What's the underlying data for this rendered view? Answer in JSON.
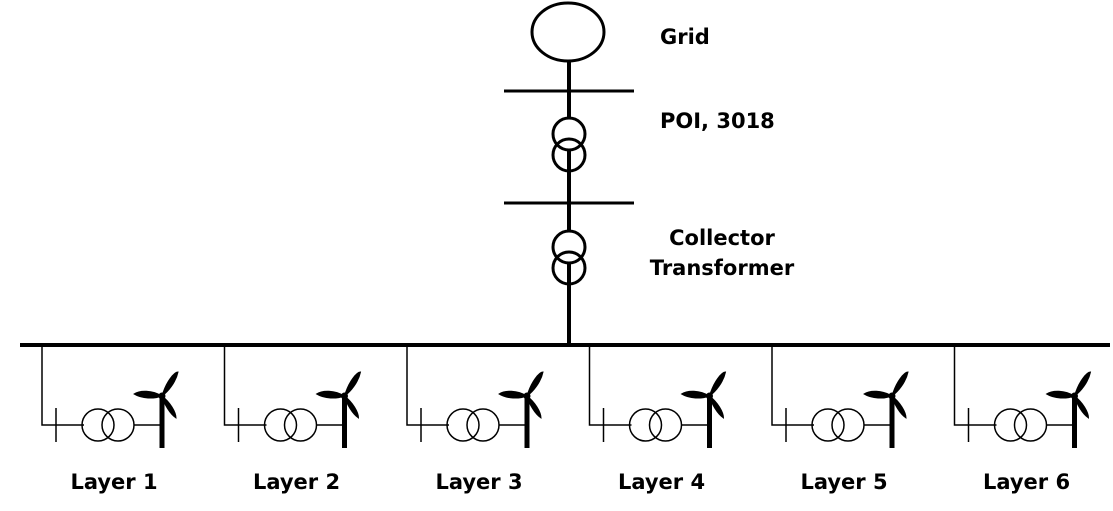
{
  "labels": {
    "grid": "Grid",
    "poi": "POI,  3018",
    "collector_line1": "Collector",
    "collector_line2": "Transformer"
  },
  "layers": [
    {
      "label": "Layer 1"
    },
    {
      "label": "Layer 2"
    },
    {
      "label": "Layer 3"
    },
    {
      "label": "Layer 4"
    },
    {
      "label": "Layer 5"
    },
    {
      "label": "Layer 6"
    }
  ],
  "colors": {
    "line": "#000000",
    "background": "#ffffff"
  },
  "icons": {
    "source": "grid-source-circle-icon",
    "transformer": "two-winding-transformer-icon",
    "turbine": "wind-turbine-icon"
  }
}
